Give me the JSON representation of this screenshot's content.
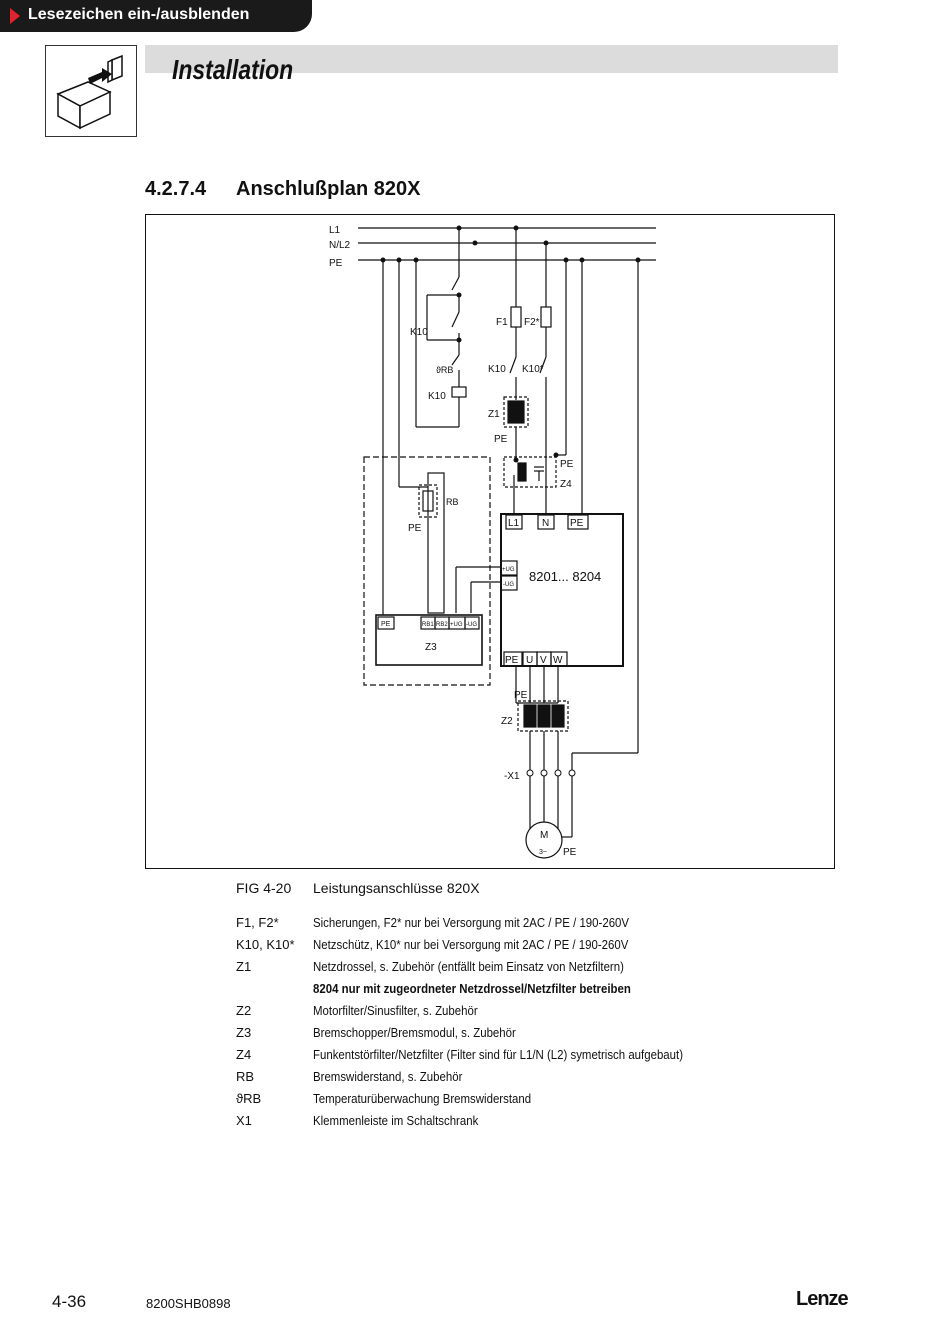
{
  "bookmark": {
    "label": "Lesezeichen ein-/ausblenden"
  },
  "header": {
    "title": "Installation",
    "icon": "install-box-icon"
  },
  "section": {
    "number": "4.2.7.4",
    "title": "Anschlußplan 820X"
  },
  "diagram": {
    "L1": "L1",
    "N_L2": "N/L2",
    "PE": "PE",
    "K10": "K10",
    "K10_star": "K10*",
    "F1": "F1",
    "F2_star": "F2*",
    "theta_rb": "ϑRB",
    "Z1": "Z1",
    "Z2": "Z2",
    "Z3": "Z3",
    "Z4": "Z4",
    "RB": "RB",
    "RB1": "RB1",
    "RB2": "RB2",
    "plus_UG": "+UG",
    "minus_UG": "-UG",
    "N": "N",
    "U": "U",
    "V": "V",
    "W": "W",
    "device": "8201... 8204",
    "X1": "-X1",
    "motor_M": "M",
    "motor_3": "3~"
  },
  "figure": {
    "number": "FIG 4-20",
    "title": "Leistungsanschlüsse 820X"
  },
  "legend": [
    {
      "key": "F1, F2*",
      "text": "Sicherungen, F2* nur bei Versorgung mit 2AC / PE / 190-260V"
    },
    {
      "key": "K10, K10*",
      "text": "Netzschütz, K10* nur bei Versorgung mit 2AC / PE / 190-260V"
    },
    {
      "key": "Z1",
      "text": "Netzdrossel, s. Zubehör (entfällt beim Einsatz von Netzfiltern)"
    },
    {
      "key": "",
      "text": "8204 nur mit zugeordneter Netzdrossel/Netzfilter betreiben",
      "bold": true
    },
    {
      "key": "Z2",
      "text": "Motorfilter/Sinusfilter, s. Zubehör"
    },
    {
      "key": "Z3",
      "text": "Bremschopper/Bremsmodul, s. Zubehör"
    },
    {
      "key": "Z4",
      "text": "Funkentstörfilter/Netzfilter (Filter sind für L1/N (L2) symetrisch aufgebaut)"
    },
    {
      "key": "RB",
      "text": "Bremswiderstand, s. Zubehör"
    },
    {
      "key": "ϑRB",
      "text": "Temperaturüberwachung Bremswiderstand"
    },
    {
      "key": "X1",
      "text": "Klemmenleiste im Schaltschrank"
    }
  ],
  "footer": {
    "page": "4-36",
    "doc": "8200SHB0898",
    "brand": "Lenze"
  }
}
